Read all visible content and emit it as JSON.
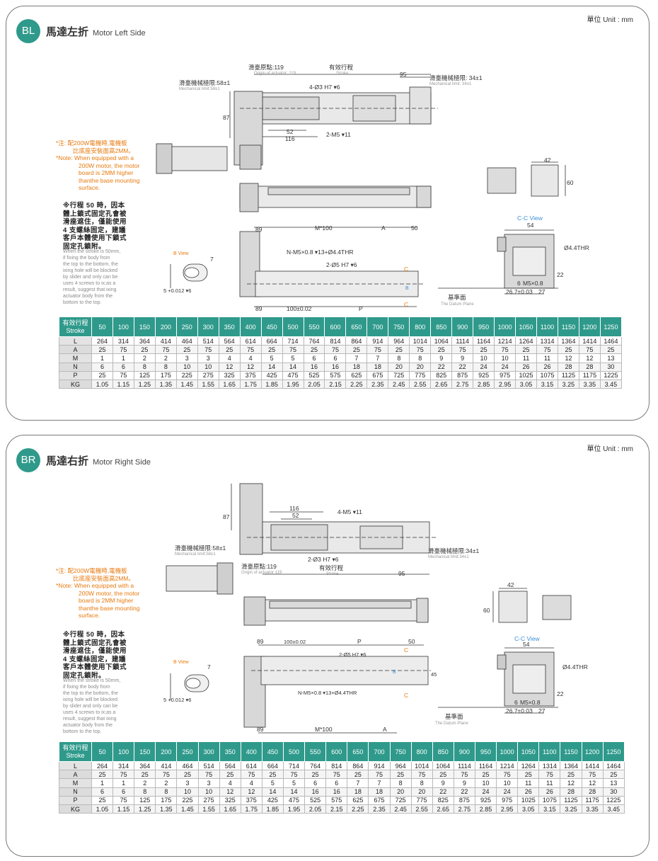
{
  "sections": [
    {
      "badge": "BL",
      "title": "馬達左折",
      "subtitle": "Motor Left Side",
      "unit": "單位 Unit : mm",
      "labels": {
        "origin_cn": "滑臺原點:119",
        "origin_en": "Origin of actuator: 119",
        "stroke_cn": "有效行程",
        "stroke_en": "Stroke",
        "mech_left_cn": "滑臺機械極限:58±1",
        "mech_left_en": "Mechanical limit:58±1",
        "mech_right_cn": "滑臺機械極限: 34±1",
        "mech_right_en": "Mechanical limit: 34±1",
        "dim_95": "95",
        "hole_top": "4-Ø3 H7 ▾6",
        "hole_bottom": "2-M5 ▾11",
        "dim_52": "52",
        "dim_116": "116",
        "dim_87": "87",
        "dim_42": "42",
        "dim_60": "60",
        "cc_view": "C-C View",
        "dim_54": "54",
        "thr": "Ø4.4THR",
        "m5": "M5×0.8",
        "dim_267": "26.7±0.03",
        "dim_27": "27",
        "dim_6": "6",
        "dim_22": "22",
        "datum_cn": "基準面",
        "datum_en": "The Datum Plane",
        "b_view": "B View",
        "dim_7": "7",
        "tol": "5 +0.012 ▾6",
        "tol_zero": "0",
        "dim_89": "89",
        "m100": "M*100",
        "dim_a": "A",
        "dim_50": "50",
        "nm5": "N-M5×0.8 ▾13+Ø4.4THR",
        "hole_2o5": "2-Ø5 H7 ▾6",
        "dim_100": "100±0.02",
        "dim_p": "P",
        "label_c": "C",
        "label_b": "B"
      },
      "notes": {
        "orange": [
          "*注: 配200W電機時,電機板",
          "比底座安裝面高2MM。",
          "*Note: When equipped with a",
          "200W motor, the motor",
          "board is 2MM higher",
          "thanthe base mounting",
          "surface."
        ],
        "black": [
          "※行程 50 時，因本",
          "體上鎖式固定孔會被",
          "滑座遮住，僅能使用",
          "4 支螺絲固定，建議",
          "客戶本體使用下鎖式",
          "固定孔鎖附。"
        ],
        "grey": [
          "When the stroke is 50mm,",
          "if fixing the body from",
          "the top to the bottom, the",
          "ixing hole will be blocked",
          "by slider and only can be",
          "uses 4 screws to ix;as a",
          "result, suggest that ixing",
          "actuator body from the",
          "bottom to the top."
        ]
      }
    },
    {
      "badge": "BR",
      "title": "馬達右折",
      "subtitle": "Motor Right Side",
      "unit": "單位 Unit : mm",
      "labels": {
        "origin_cn": "滑臺原點:119",
        "origin_en": "Origin of actuator 119",
        "stroke_cn": "有效行程",
        "stroke_en": "Stroke",
        "mech_left_cn": "滑臺機械極限:58±1",
        "mech_left_en": "Mechanical limit:58±1",
        "mech_right_cn": "滑臺機械極限:34±1",
        "mech_right_en": "Mechanical limit:34±1",
        "dim_95": "95",
        "hole_top": "4-M5 ▾11",
        "hole_bottom": "2-Ø3 H7 ▾6",
        "dim_52": "52",
        "dim_116": "116",
        "dim_87": "87",
        "dim_42": "42",
        "dim_60": "60",
        "cc_view": "C-C View",
        "dim_54": "54",
        "thr": "Ø4.4THR",
        "m5": "M5×0.8",
        "dim_267": "26.7±0.03",
        "dim_27": "27",
        "dim_6": "6",
        "dim_22": "22",
        "datum_cn": "基準面",
        "datum_en": "The Datum Plane",
        "b_view": "B View",
        "dim_7": "7",
        "tol": "5 +0.012 ▾6",
        "tol_zero": "0",
        "dim_89": "89",
        "m100": "M*100",
        "dim_a": "A",
        "dim_50": "50",
        "nm5": "N-M5×0.8 ▾13+Ø4.4THR",
        "hole_2o5": "2-Ø5 H7 ▾6",
        "dim_100": "100±0.02",
        "dim_p": "P",
        "dim_45": "45",
        "label_c": "C",
        "label_b": "B"
      },
      "notes": {
        "orange": [
          "*注: 配200W電機時,電機板",
          "比底座安裝面高2MM。",
          "*Note: When equipped with a",
          "200W motor, the motor",
          "board is 2MM higher",
          "thanthe base mounting",
          "surface."
        ],
        "black": [
          "※行程 50 時，因本",
          "體上鎖式固定孔會被",
          "滑座遮住，僅能使用",
          "4 支螺絲固定，建議",
          "客戶本體使用下鎖式",
          "固定孔鎖附。"
        ],
        "grey": [
          "When the stroke is 50mm,",
          "if fixing the body from",
          "the top to the bottom, the",
          "ixing hole will be blocked",
          "by slider and only can be",
          "uses 4 screws to ix;as a",
          "result, suggest that ixing",
          "actuator body from the",
          "bottom to the top."
        ]
      }
    }
  ],
  "spec_table": {
    "header_cn": "有效行程",
    "header_en": "Stroke",
    "strokes": [
      "50",
      "100",
      "150",
      "200",
      "250",
      "300",
      "350",
      "400",
      "450",
      "500",
      "550",
      "600",
      "650",
      "700",
      "750",
      "800",
      "850",
      "900",
      "950",
      "1000",
      "1050",
      "1100",
      "1150",
      "1200",
      "1250"
    ],
    "rows": [
      {
        "label": "L",
        "values": [
          "264",
          "314",
          "364",
          "414",
          "464",
          "514",
          "564",
          "614",
          "664",
          "714",
          "764",
          "814",
          "864",
          "914",
          "964",
          "1014",
          "1064",
          "1114",
          "1164",
          "1214",
          "1264",
          "1314",
          "1364",
          "1414",
          "1464"
        ]
      },
      {
        "label": "A",
        "values": [
          "25",
          "75",
          "25",
          "75",
          "25",
          "75",
          "25",
          "75",
          "25",
          "75",
          "25",
          "75",
          "25",
          "75",
          "25",
          "75",
          "25",
          "75",
          "25",
          "75",
          "25",
          "75",
          "25",
          "75",
          "25"
        ]
      },
      {
        "label": "M",
        "values": [
          "1",
          "1",
          "2",
          "2",
          "3",
          "3",
          "4",
          "4",
          "5",
          "5",
          "6",
          "6",
          "7",
          "7",
          "8",
          "8",
          "9",
          "9",
          "10",
          "10",
          "11",
          "11",
          "12",
          "12",
          "13"
        ]
      },
      {
        "label": "N",
        "values": [
          "6",
          "6",
          "8",
          "8",
          "10",
          "10",
          "12",
          "12",
          "14",
          "14",
          "16",
          "16",
          "18",
          "18",
          "20",
          "20",
          "22",
          "22",
          "24",
          "24",
          "26",
          "26",
          "28",
          "28",
          "30"
        ]
      },
      {
        "label": "P",
        "values": [
          "25",
          "75",
          "125",
          "175",
          "225",
          "275",
          "325",
          "375",
          "425",
          "475",
          "525",
          "575",
          "625",
          "675",
          "725",
          "775",
          "825",
          "875",
          "925",
          "975",
          "1025",
          "1075",
          "1125",
          "1175",
          "1225"
        ]
      },
      {
        "label": "KG",
        "values": [
          "1.05",
          "1.15",
          "1.25",
          "1.35",
          "1.45",
          "1.55",
          "1.65",
          "1.75",
          "1.85",
          "1.95",
          "2.05",
          "2.15",
          "2.25",
          "2.35",
          "2.45",
          "2.55",
          "2.65",
          "2.75",
          "2.85",
          "2.95",
          "3.05",
          "3.15",
          "3.25",
          "3.35",
          "3.45"
        ]
      }
    ]
  },
  "colors": {
    "accent": "#2f9a8b",
    "note_orange": "#e77b10",
    "view_blue": "#3a8fd6",
    "line": "#333333"
  }
}
